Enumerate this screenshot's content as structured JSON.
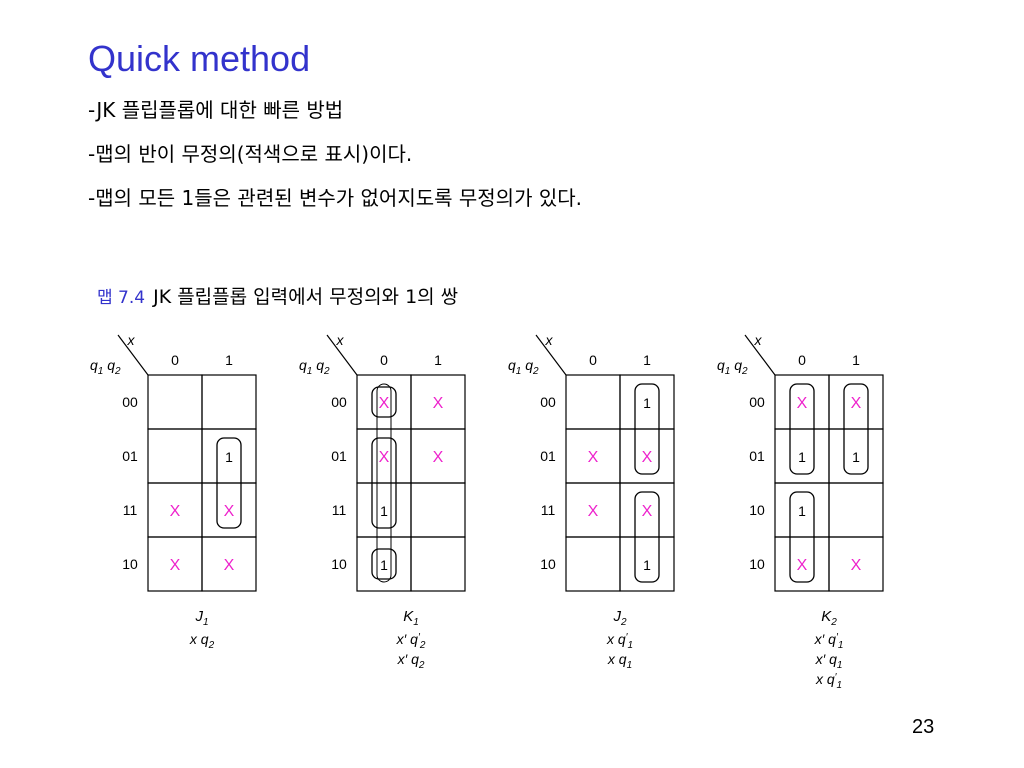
{
  "slide": {
    "title": "Quick method",
    "bullets": [
      "-JK 플립플롭에 대한 빠른 방법",
      "-맵의 반이 무정의(적색으로 표시)이다.",
      "-맵의 모든 1들은 관련된 변수가 없어지도록 무정의가 있다."
    ],
    "caption_label": "맵 7.4",
    "caption_text": "JK 플립플롭 입력에서 무정의와 1의 쌍",
    "page_number": "23"
  },
  "kmap_common": {
    "col_var": "x",
    "row_var_1": "q",
    "row_var_1_sub": "1",
    "row_var_2": "q",
    "row_var_2_sub": "2",
    "col_labels": [
      "0",
      "1"
    ]
  },
  "kmaps": [
    {
      "name_main": "J",
      "name_sub": "1",
      "row_labels": [
        "00",
        "01",
        "11",
        "10"
      ],
      "cells": [
        [
          "",
          ""
        ],
        [
          "",
          "1"
        ],
        [
          "X",
          "X"
        ],
        [
          "X",
          "X"
        ]
      ],
      "groups": [
        {
          "col": 1,
          "row_start": 1,
          "row_end": 2
        }
      ],
      "terms": [
        [
          {
            "t": "x q",
            "sub": "2",
            "prime": false
          }
        ]
      ]
    },
    {
      "name_main": "K",
      "name_sub": "1",
      "row_labels": [
        "00",
        "01",
        "11",
        "10"
      ],
      "cells": [
        [
          "X",
          "X"
        ],
        [
          "X",
          "X"
        ],
        [
          "1",
          ""
        ],
        [
          "1",
          ""
        ]
      ],
      "groups": [
        {
          "col": 0,
          "row_start": 1,
          "row_end": 2
        },
        {
          "col": 0,
          "row_start": 0,
          "row_end": 3,
          "thin": true
        },
        {
          "col": 0,
          "row_start": 0,
          "row_end": 0,
          "small": true
        },
        {
          "col": 0,
          "row_start": 3,
          "row_end": 3,
          "small": true
        }
      ],
      "terms": [
        [
          {
            "t": "x′ q",
            "sub": "2",
            "prime": true
          }
        ],
        [
          {
            "t": "x′ q",
            "sub": "2",
            "prime": false
          }
        ]
      ]
    },
    {
      "name_main": "J",
      "name_sub": "2",
      "row_labels": [
        "00",
        "01",
        "11",
        "10"
      ],
      "cells": [
        [
          "",
          "1"
        ],
        [
          "X",
          "X"
        ],
        [
          "X",
          "X"
        ],
        [
          "",
          "1"
        ]
      ],
      "groups": [
        {
          "col": 1,
          "row_start": 0,
          "row_end": 1
        },
        {
          "col": 1,
          "row_start": 2,
          "row_end": 3
        }
      ],
      "terms": [
        [
          {
            "t": "x q",
            "sub": "1",
            "prime": true
          }
        ],
        [
          {
            "t": "x q",
            "sub": "1",
            "prime": false
          }
        ]
      ]
    },
    {
      "name_main": "K",
      "name_sub": "2",
      "row_labels": [
        "00",
        "01",
        "10",
        "10"
      ],
      "cells": [
        [
          "X",
          "X"
        ],
        [
          "1",
          "1"
        ],
        [
          "1",
          ""
        ],
        [
          "X",
          "X"
        ]
      ],
      "groups": [
        {
          "col": 0,
          "row_start": 0,
          "row_end": 1
        },
        {
          "col": 1,
          "row_start": 0,
          "row_end": 1
        },
        {
          "col": 0,
          "row_start": 2,
          "row_end": 3
        }
      ],
      "terms": [
        [
          {
            "t": "x′ q",
            "sub": "1",
            "prime": true
          }
        ],
        [
          {
            "t": "x′ q",
            "sub": "1",
            "prime": false
          }
        ],
        [
          {
            "t": "x  q",
            "sub": "1",
            "prime": true
          }
        ]
      ]
    }
  ],
  "colors": {
    "title": "#3333cc",
    "dont_care": "#ee22cc",
    "grid": "#000000"
  }
}
